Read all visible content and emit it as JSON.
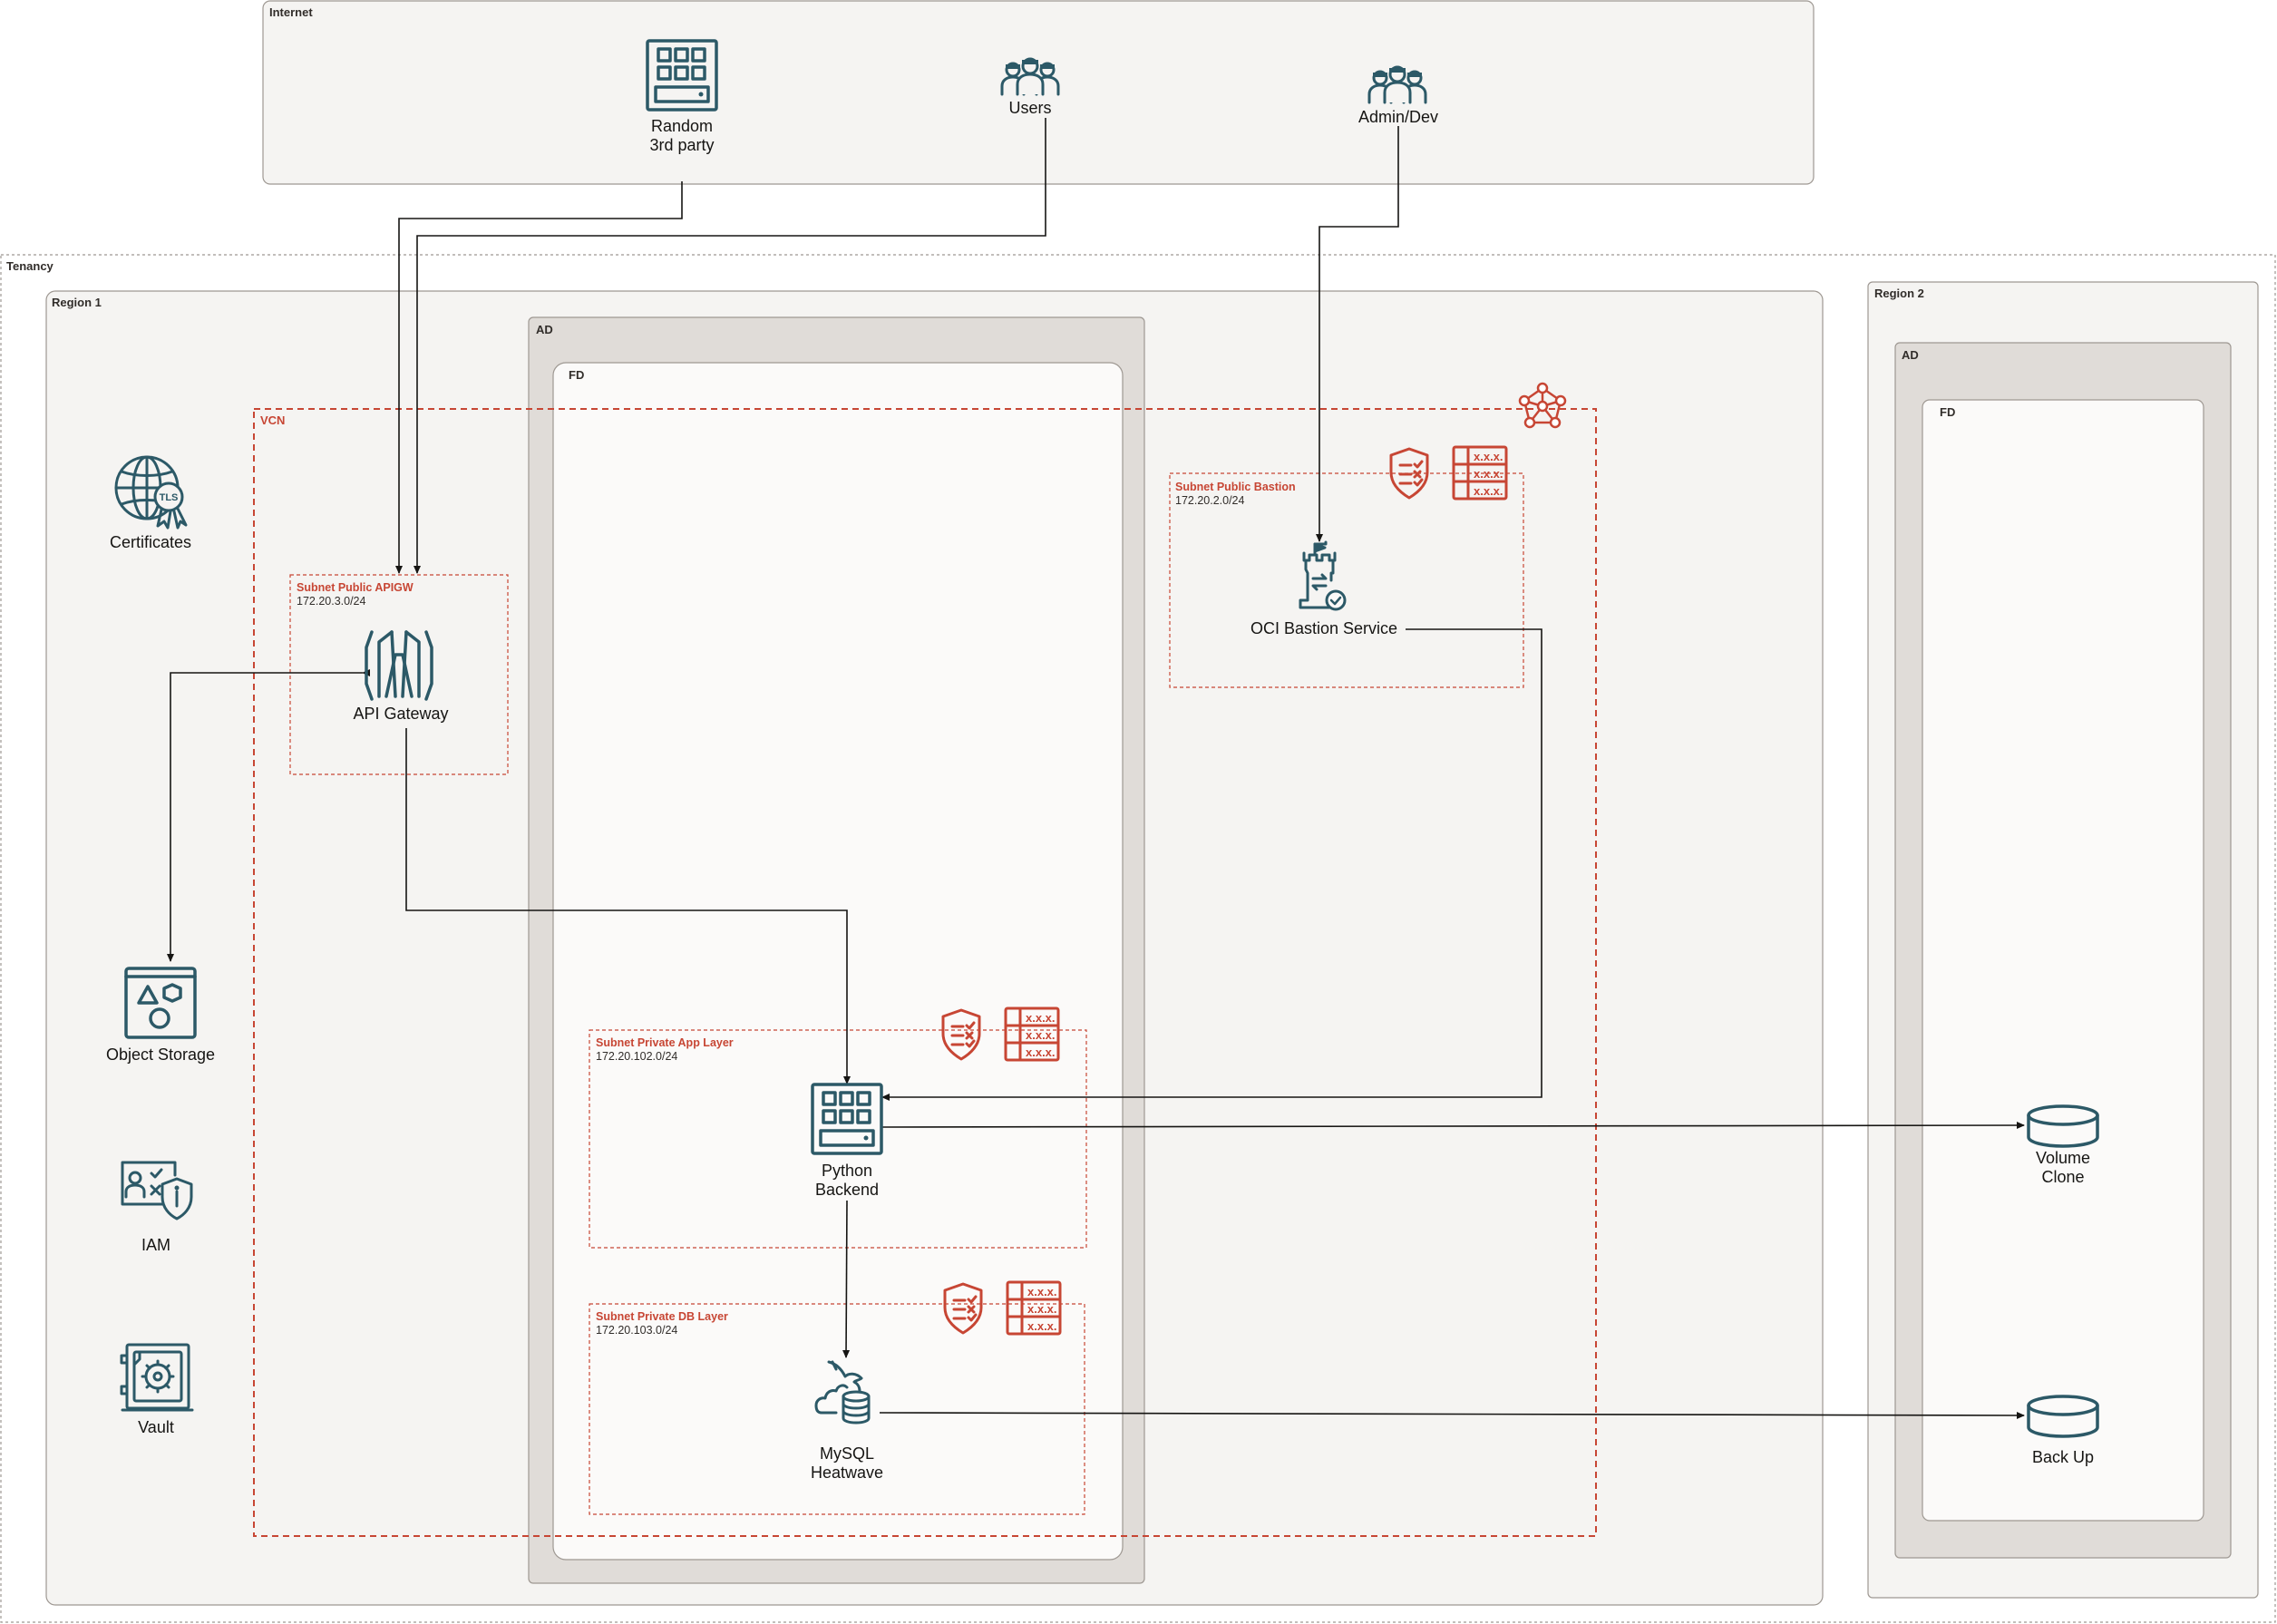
{
  "groups": {
    "internet": "Internet",
    "tenancy": "Tenancy",
    "region1": "Region 1",
    "region2": "Region 2",
    "ad1": "AD",
    "fd1": "FD",
    "ad2": "AD",
    "fd2": "FD",
    "vcn": "VCN"
  },
  "subnets": {
    "apigw": {
      "title": "Subnet Public APIGW",
      "cidr": "172.20.3.0/24"
    },
    "bastion": {
      "title": "Subnet Public Bastion",
      "cidr": "172.20.2.0/24"
    },
    "app": {
      "title": "Subnet Private App Layer",
      "cidr": "172.20.102.0/24"
    },
    "db": {
      "title": "Subnet Private DB Layer",
      "cidr": "172.20.103.0/24"
    }
  },
  "nodes": {
    "third_party": [
      "Random",
      "3rd party"
    ],
    "users": "Users",
    "admin": "Admin/Dev",
    "certificates": "Certificates",
    "certificates_badge": "TLS",
    "api_gateway": "API Gateway",
    "bastion": "OCI Bastion Service",
    "object_storage": "Object Storage",
    "iam": "IAM",
    "vault": "Vault",
    "python_backend": [
      "Python",
      "Backend"
    ],
    "mysql": [
      "MySQL",
      "Heatwave"
    ],
    "volume_clone": [
      "Volume",
      "Clone"
    ],
    "backup": "Back Up"
  },
  "route_table_text": "x.x.x.",
  "colors": {
    "icon": "#2c5967",
    "oracle_red": "#c74634",
    "light_container": "#f5f4f2",
    "ad_container": "#e0dcd8",
    "fd_container": "#fbfaf9",
    "text": "#161513"
  }
}
